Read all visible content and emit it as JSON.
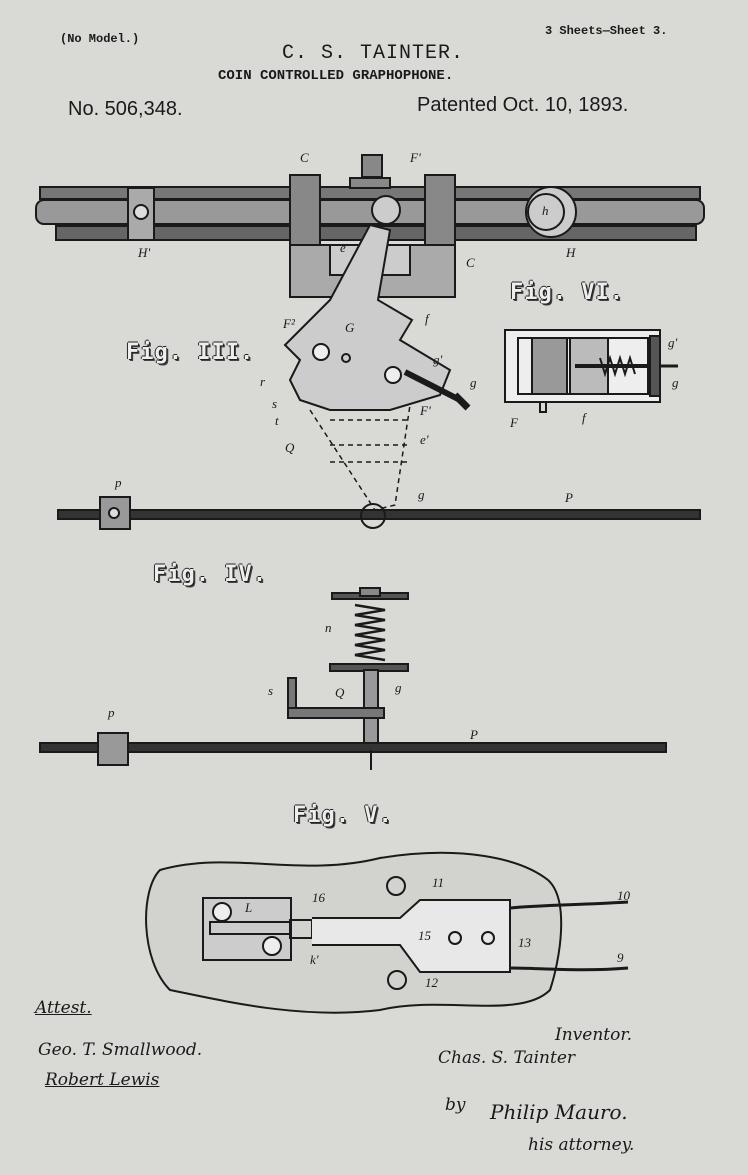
{
  "header": {
    "model_note": "(No Model.)",
    "sheets": "3 Sheets—Sheet 3.",
    "inventor_name": "C. S. TAINTER.",
    "invention_title": "COIN CONTROLLED GRAPHOPHONE.",
    "patent_number": "No. 506,348.",
    "patent_date": "Patented Oct. 10, 1893."
  },
  "figures": {
    "fig3": "Fig. III.",
    "fig4": "Fig. IV.",
    "fig5": "Fig. V.",
    "fig6": "Fig. VI."
  },
  "labels": {
    "fig3": [
      "C",
      "F'",
      "H'",
      "e",
      "C",
      "h",
      "H",
      "F²",
      "G",
      "f",
      "g'",
      "g",
      "r",
      "s",
      "t",
      "F'",
      "e'",
      "Q",
      "p",
      "g",
      "P"
    ],
    "fig6": [
      "g'",
      "g",
      "F",
      "f"
    ],
    "fig4": [
      "n",
      "s",
      "Q",
      "g",
      "p",
      "P"
    ],
    "fig5": [
      "L",
      "16",
      "11",
      "10",
      "15",
      "13",
      "k'",
      "12",
      "9"
    ]
  },
  "signatures": {
    "attest_label": "Attest.",
    "witness1": "Geo. T. Smallwood.",
    "witness2": "Robert Lewis",
    "inventor_label": "Inventor.",
    "inventor": "Chas. S. Tainter",
    "by": "by",
    "attorney": "Philip Mauro.",
    "attorney_role": "his attorney."
  }
}
